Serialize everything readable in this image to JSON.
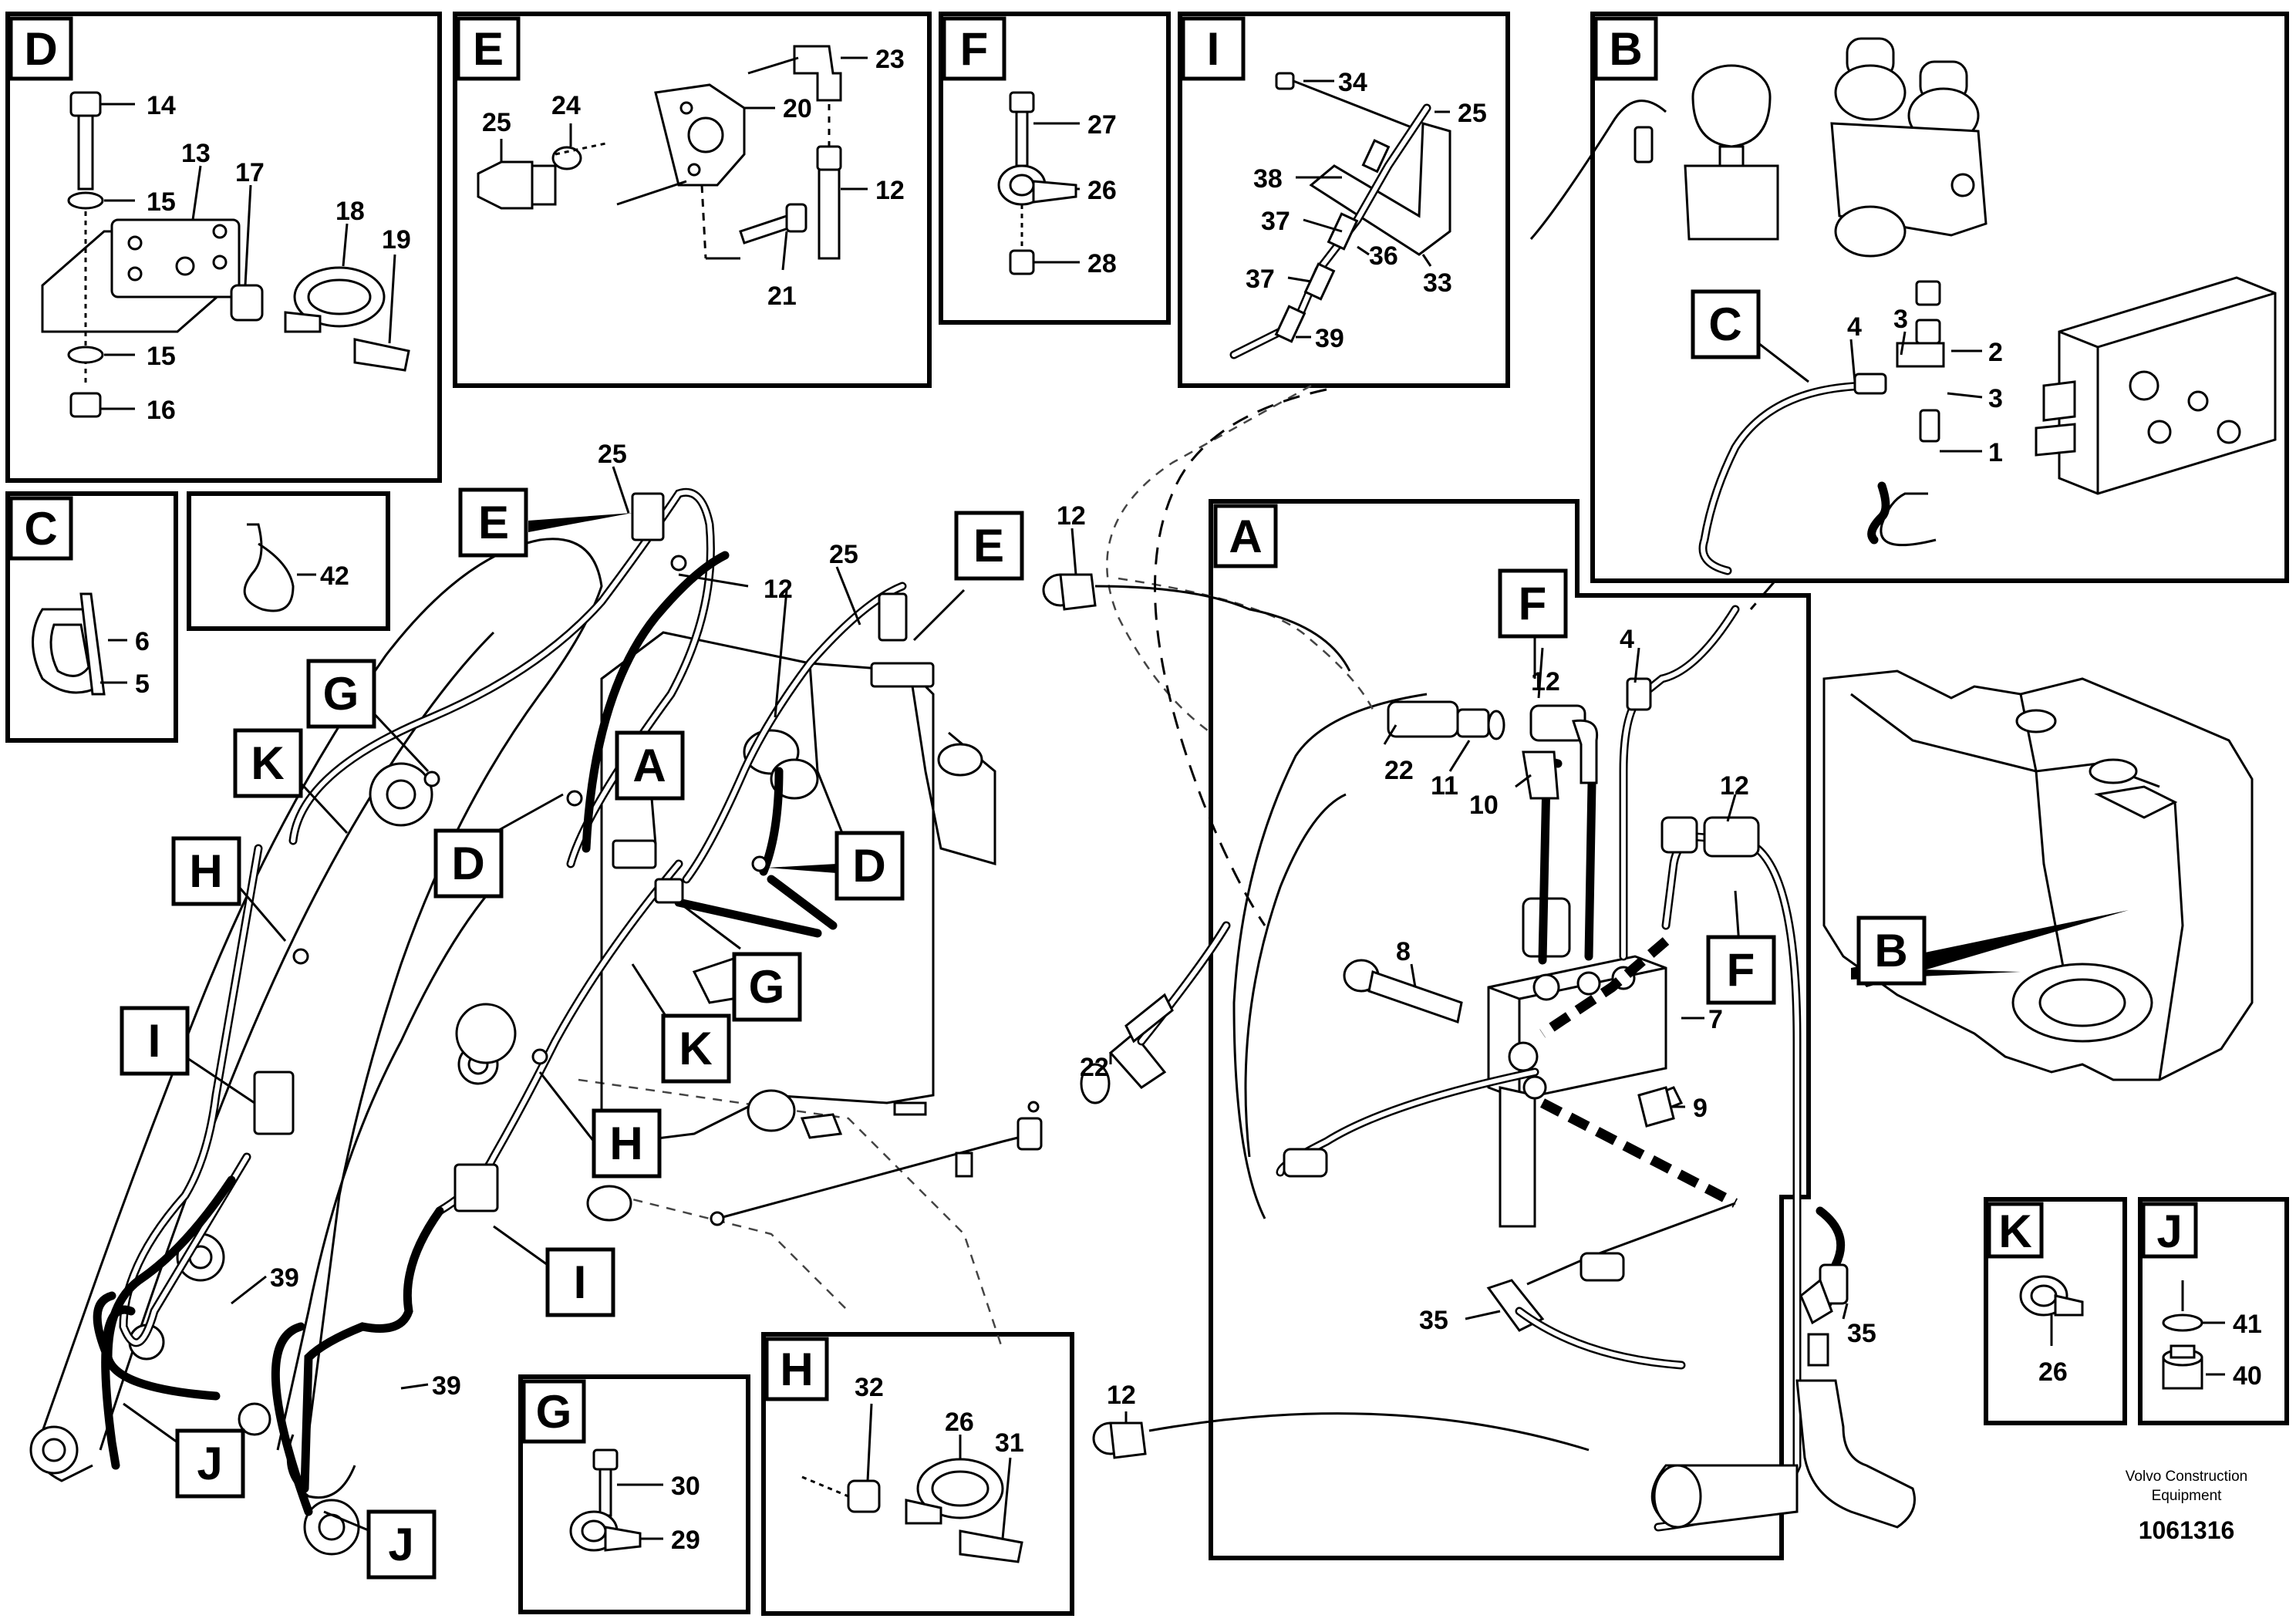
{
  "detail_views": [
    {
      "id": "D",
      "callouts": [
        "14",
        "15",
        "13",
        "17",
        "18",
        "19",
        "15",
        "16"
      ]
    },
    {
      "id": "E",
      "callouts": [
        "25",
        "24",
        "20",
        "23",
        "12",
        "21"
      ]
    },
    {
      "id": "F",
      "callouts": [
        "27",
        "26",
        "28"
      ]
    },
    {
      "id": "I",
      "callouts": [
        "34",
        "25",
        "38",
        "37",
        "36",
        "33",
        "37",
        "39"
      ]
    },
    {
      "id": "B",
      "callouts": [
        "C",
        "4",
        "3",
        "2",
        "3",
        "1"
      ]
    },
    {
      "id": "C",
      "callouts": [
        "6",
        "5"
      ]
    },
    {
      "id": "tie",
      "callouts": [
        "42"
      ]
    },
    {
      "id": "A",
      "callouts": [
        "F",
        "12",
        "4",
        "22",
        "11",
        "10",
        "12",
        "F",
        "8",
        "7",
        "9",
        "35",
        "35"
      ]
    },
    {
      "id": "K",
      "callouts": [
        "26"
      ]
    },
    {
      "id": "J",
      "callouts": [
        "41",
        "40"
      ]
    },
    {
      "id": "G",
      "callouts": [
        "30",
        "29"
      ]
    },
    {
      "id": "H",
      "callouts": [
        "32",
        "26",
        "31"
      ]
    }
  ],
  "main_view": {
    "view_tags": [
      "E",
      "G",
      "K",
      "H",
      "I",
      "E",
      "A",
      "D",
      "D",
      "G",
      "K",
      "H",
      "I",
      "J",
      "J",
      "B"
    ],
    "part_numbers": [
      "25",
      "12",
      "25",
      "12",
      "22",
      "39",
      "39",
      "12"
    ]
  },
  "footer": {
    "brand_line1": "Volvo Construction",
    "brand_line2": "Equipment",
    "drawing_number": "1061316"
  }
}
